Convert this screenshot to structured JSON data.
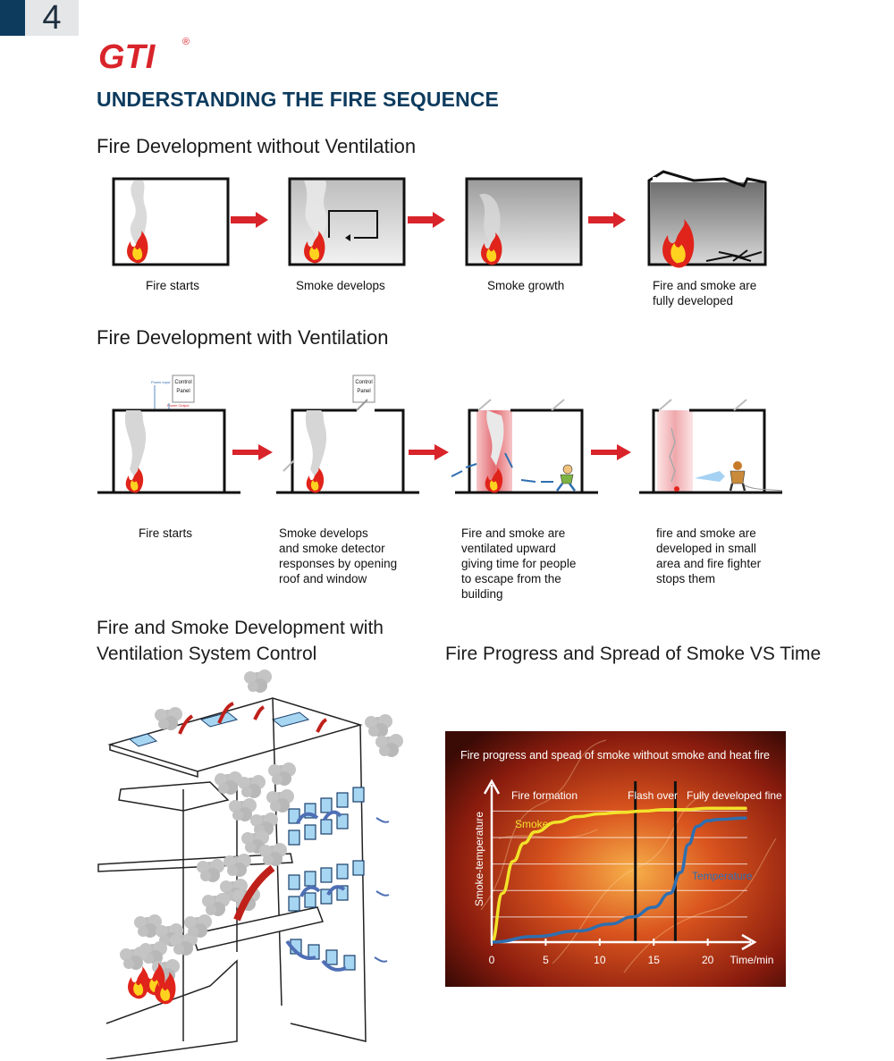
{
  "page": {
    "number": "4"
  },
  "brand": {
    "logo_text": "GTI",
    "registered": "®",
    "red": "#d8242a",
    "navy": "#0d3b5e"
  },
  "header": {
    "title": "UNDERSTANDING THE FIRE SEQUENCE"
  },
  "section_no_vent": {
    "title": "Fire Development without Ventilation",
    "steps": [
      {
        "label": "Fire starts"
      },
      {
        "label": "Smoke develops"
      },
      {
        "label": "Smoke growth"
      },
      {
        "label_line1": "Fire and smoke are",
        "label_line2": "fully developed"
      }
    ]
  },
  "section_vent": {
    "title": "Fire Development with Ventilation",
    "panel_label_line1": "Control",
    "panel_label_line2": "Panel",
    "power_input": "Power Input",
    "power_output": "Power Output",
    "steps": [
      {
        "lines": [
          "Fire starts"
        ]
      },
      {
        "lines": [
          "Smoke develops",
          "and smoke detector",
          "responses by opening",
          "roof and window"
        ]
      },
      {
        "lines": [
          "Fire and smoke are",
          "ventilated upward",
          "giving time for people",
          "to escape from the",
          "building"
        ]
      },
      {
        "lines": [
          "fire and smoke are",
          "developed in small",
          "area and fire fighter",
          "stops them"
        ]
      }
    ]
  },
  "section_control": {
    "title_line1": "Fire and Smoke Development with",
    "title_line2": "Ventilation System Control"
  },
  "section_chart": {
    "title": "Fire Progress and Spread of Smoke VS Time"
  },
  "chart_data": {
    "type": "line",
    "title": "Fire progress and spead of smoke without smoke and heat fire",
    "xlabel": "Time/min",
    "ylabel": "Smoke-temperature",
    "xticks": [
      "0",
      "5",
      "10",
      "15",
      "20"
    ],
    "xlim": [
      0,
      24
    ],
    "ylim": [
      0,
      1
    ],
    "phases": [
      {
        "label": "Fire formation"
      },
      {
        "label": "Flash over",
        "x": 13.3
      },
      {
        "label": "Fully developed fine",
        "x": 17
      }
    ],
    "series": [
      {
        "name": "Smoke",
        "color": "#f2e22a",
        "x": [
          0,
          1,
          2,
          3,
          4,
          6,
          8,
          10,
          12,
          14,
          16,
          18,
          20,
          23.5
        ],
        "y": [
          0,
          0.35,
          0.58,
          0.71,
          0.79,
          0.86,
          0.9,
          0.92,
          0.93,
          0.94,
          0.95,
          0.95,
          0.96,
          0.96
        ]
      },
      {
        "name": "Temperature",
        "color": "#2e6fb0",
        "x": [
          0,
          4,
          8,
          11,
          13,
          15,
          16.5,
          17.5,
          18.2,
          19,
          20,
          21,
          23.5
        ],
        "y": [
          0,
          0.04,
          0.08,
          0.13,
          0.18,
          0.25,
          0.35,
          0.5,
          0.7,
          0.83,
          0.87,
          0.88,
          0.89
        ]
      }
    ]
  }
}
